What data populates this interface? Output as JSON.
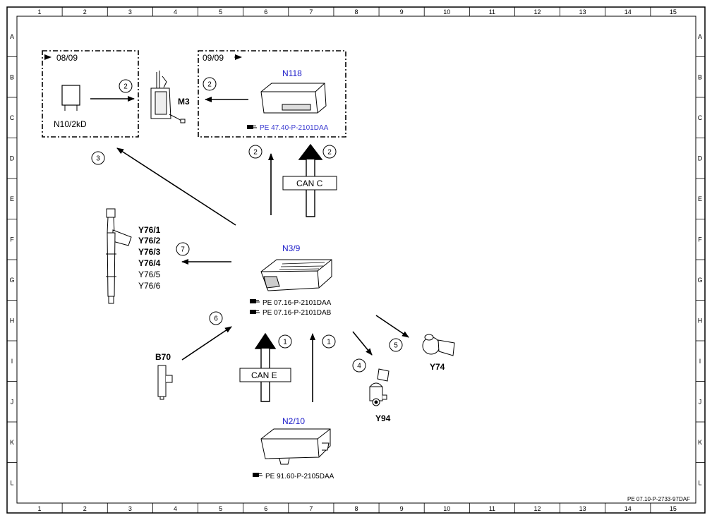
{
  "border": {
    "columns": [
      "1",
      "2",
      "3",
      "4",
      "5",
      "6",
      "7",
      "8",
      "9",
      "10",
      "11",
      "12",
      "13",
      "14",
      "15"
    ],
    "rows": [
      "A",
      "B",
      "C",
      "D",
      "E",
      "F",
      "G",
      "H",
      "I",
      "J",
      "K",
      "L"
    ]
  },
  "frames": {
    "left_date": "08/09",
    "right_date": "09/09"
  },
  "components": {
    "n10": "N10/2kD",
    "m3": "M3",
    "n118": "N118",
    "n118_ref": "PE 47.40-P-2101DAA",
    "n39": "N3/9",
    "n39_ref1": "PE 07.16-P-2101DAA",
    "n39_ref2": "PE 07.16-P-2101DAB",
    "injectors": [
      "Y76/1",
      "Y76/2",
      "Y76/3",
      "Y76/4",
      "Y76/5",
      "Y76/6"
    ],
    "b70": "B70",
    "y94": "Y94",
    "y74": "Y74",
    "n210": "N2/10",
    "n210_ref": "PE 91.60-P-2105DAA"
  },
  "buses": {
    "can_c": "CAN C",
    "can_e": "CAN E"
  },
  "callouts": [
    "2",
    "2",
    "3",
    "2",
    "2",
    "7",
    "6",
    "1",
    "1",
    "4",
    "5"
  ],
  "doc_id": "PE 07.10-P-2733-97DAF"
}
